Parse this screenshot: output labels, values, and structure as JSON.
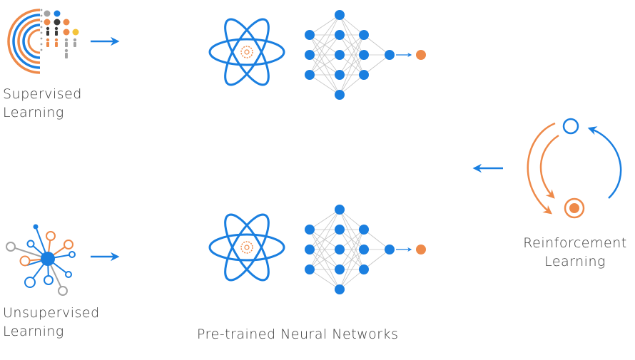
{
  "labels": {
    "supervised": [
      "Supervised",
      "Learning"
    ],
    "unsupervised": [
      "Unsupervised",
      "Learning"
    ],
    "reinforcement": [
      "Reinforcement",
      "Learning"
    ],
    "pretrained": "Pre-trained Neural Networks"
  },
  "colors": {
    "blue": "#1a7fe0",
    "orange": "#ee8a4a",
    "gray": "#a3a3a3",
    "dark": "#3a3a3a",
    "yellow": "#f4c43a",
    "text": "#3b3b3b"
  },
  "icons": {
    "supervised": "supervised-data-icon",
    "unsupervised": "network-graph-icon",
    "reinforcement": "cycle-icon",
    "atom": "atom-icon",
    "network": "neural-network-icon"
  }
}
